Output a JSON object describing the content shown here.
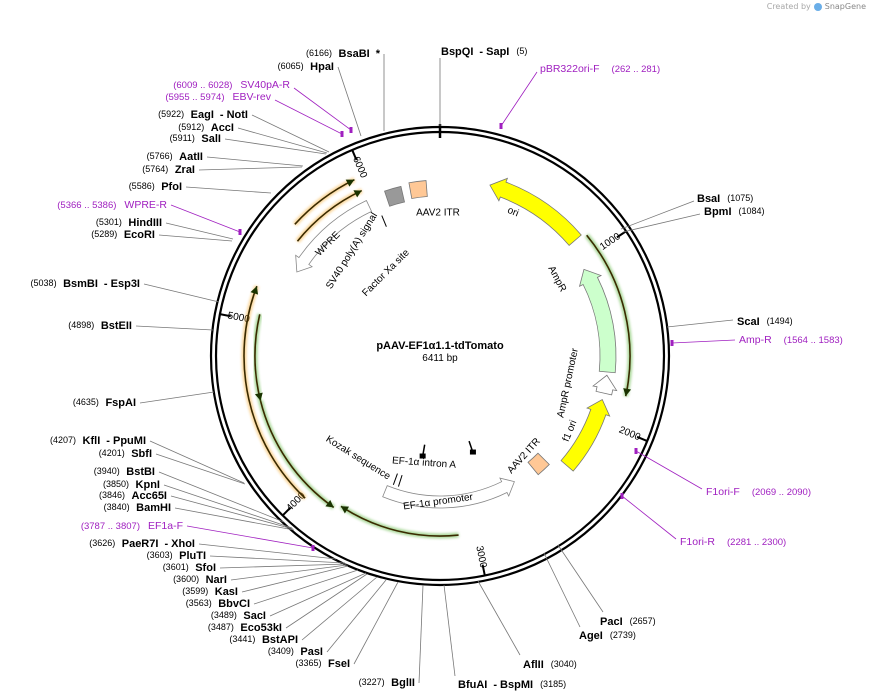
{
  "credit": {
    "created_by": "Created by",
    "brand": "SnapGene",
    "logo_icon": "snapgene-logo-icon"
  },
  "plasmid": {
    "name": "pAAV-EF1α1.1-tdTomato",
    "size": "6411 bp"
  },
  "ticks": [
    "1000",
    "2000",
    "3000",
    "4000",
    "5000",
    "6000"
  ],
  "right_sites": [
    {
      "name": "BspQI",
      "sep": "-",
      "name2": "SapI",
      "pos": "(5)"
    },
    {
      "name": "BsaI",
      "pos": "(1075)"
    },
    {
      "name": "BpmI",
      "pos": "(1084)"
    },
    {
      "name": "ScaI",
      "pos": "(1494)"
    },
    {
      "name": "PacI",
      "pos": "(2657)"
    },
    {
      "name": "AgeI",
      "pos": "(2739)"
    },
    {
      "name": "AflII",
      "pos": "(3040)"
    },
    {
      "name": "BfuAI",
      "sep": "-",
      "name2": "BspMI",
      "pos": "(3185)"
    }
  ],
  "left_sites": [
    {
      "pos": "(6166)",
      "name": "BsaBI",
      "star": "*"
    },
    {
      "pos": "(6065)",
      "name": "HpaI"
    },
    {
      "pos": "(5922)",
      "name": "EagI",
      "sep": "-",
      "name2": "NotI"
    },
    {
      "pos": "(5912)",
      "name": "AccI"
    },
    {
      "pos": "(5911)",
      "name": "SalI"
    },
    {
      "pos": "(5766)",
      "name": "AatII"
    },
    {
      "pos": "(5764)",
      "name": "ZraI"
    },
    {
      "pos": "(5586)",
      "name": "PfoI"
    },
    {
      "pos": "(5301)",
      "name": "HindIII"
    },
    {
      "pos": "(5289)",
      "name": "EcoRI"
    },
    {
      "pos": "(5038)",
      "name": "BsmBI",
      "sep": "-",
      "name2": "Esp3I"
    },
    {
      "pos": "(4898)",
      "name": "BstEII"
    },
    {
      "pos": "(4635)",
      "name": "FspAI"
    },
    {
      "pos": "(4207)",
      "name": "KflI",
      "sep": "-",
      "name2": "PpuMI"
    },
    {
      "pos": "(4201)",
      "name": "SbfI"
    },
    {
      "pos": "(3940)",
      "name": "BstBI"
    },
    {
      "pos": "(3850)",
      "name": "KpnI"
    },
    {
      "pos": "(3846)",
      "name": "Acc65I"
    },
    {
      "pos": "(3840)",
      "name": "BamHI"
    },
    {
      "pos": "(3626)",
      "name": "PaeR7I",
      "sep": "-",
      "name2": "XhoI"
    },
    {
      "pos": "(3603)",
      "name": "PluTI"
    },
    {
      "pos": "(3601)",
      "name": "SfoI"
    },
    {
      "pos": "(3600)",
      "name": "NarI"
    },
    {
      "pos": "(3599)",
      "name": "KasI"
    },
    {
      "pos": "(3563)",
      "name": "BbvCI"
    },
    {
      "pos": "(3489)",
      "name": "SacI"
    },
    {
      "pos": "(3487)",
      "name": "Eco53kI"
    },
    {
      "pos": "(3441)",
      "name": "BstAPI"
    },
    {
      "pos": "(3409)",
      "name": "PasI"
    },
    {
      "pos": "(3365)",
      "name": "FseI"
    },
    {
      "pos": "(3227)",
      "name": "BglII"
    }
  ],
  "primers": [
    {
      "name": "pBR322ori-F",
      "range": "(262 .. 281)"
    },
    {
      "name": "Amp-R",
      "range": "(1564 .. 1583)"
    },
    {
      "name": "F1ori-F",
      "range": "(2069 .. 2090)"
    },
    {
      "name": "F1ori-R",
      "range": "(2281 .. 2300)"
    },
    {
      "range": "(6009 .. 6028)",
      "name": "SV40pA-R"
    },
    {
      "range": "(5955 .. 5974)",
      "name": "EBV-rev"
    },
    {
      "range": "(5366 .. 5386)",
      "name": "WPRE-R"
    },
    {
      "range": "(3787 .. 3807)",
      "name": "EF1a-F"
    }
  ],
  "features": {
    "ori": "ori",
    "ampr": "AmpR",
    "ampr_promoter": "AmpR promoter",
    "f1_ori": "f1 ori",
    "aav2_itr_top": "AAV2 ITR",
    "aav2_itr_bottom": "AAV2 ITR",
    "ef1a_promoter": "EF-1α promoter",
    "ef1a_intron": "EF-1α intron A",
    "kozak": "Kozak sequence",
    "wpre": "WPRE",
    "sv40_polya": "SV40 poly(A) signal",
    "factor_xa": "Factor Xa site"
  },
  "colors": {
    "backbone": "#000000",
    "ori": "#ffff00",
    "ampr": "#ccffcc",
    "itr": "#ffc896",
    "sv40": "#999999",
    "orf_orange": "#f5a623",
    "orf_green": "#44aa22",
    "primer": "#a020c0"
  }
}
